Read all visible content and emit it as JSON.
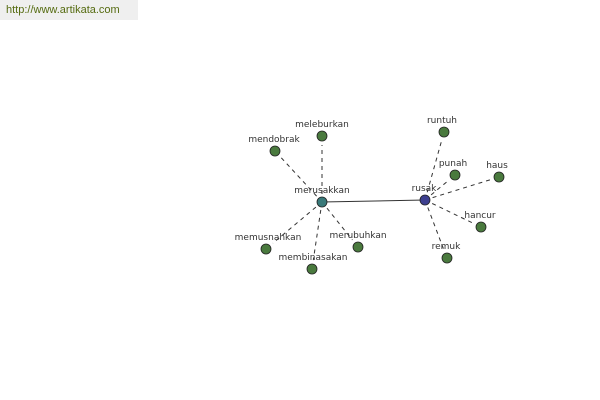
{
  "site_url": "http://www.artikata.com",
  "colors": {
    "hub_primary": "#3a7a7a",
    "hub_secondary": "#3d3f8f",
    "leaf": "#4a7a3e",
    "edge": "#333333",
    "url_text": "#556b10"
  },
  "diagram": {
    "hubs": [
      {
        "id": "merusakkan",
        "label": "merusakkan",
        "role": "primary"
      },
      {
        "id": "rusak",
        "label": "rusak",
        "role": "secondary"
      }
    ],
    "leaves": [
      {
        "id": "meleburkan",
        "label": "meleburkan",
        "hub": "merusakkan"
      },
      {
        "id": "mendobrak",
        "label": "mendobrak",
        "hub": "merusakkan"
      },
      {
        "id": "memusnahkan",
        "label": "memusnahkan",
        "hub": "merusakkan"
      },
      {
        "id": "membinasakan",
        "label": "membinasakan",
        "hub": "merusakkan"
      },
      {
        "id": "merubuhkan",
        "label": "merubuhkan",
        "hub": "merusakkan"
      },
      {
        "id": "runtuh",
        "label": "runtuh",
        "hub": "rusak"
      },
      {
        "id": "punah",
        "label": "punah",
        "hub": "rusak"
      },
      {
        "id": "haus",
        "label": "haus",
        "hub": "rusak"
      },
      {
        "id": "hancur",
        "label": "hancur",
        "hub": "rusak"
      },
      {
        "id": "remuk",
        "label": "remuk",
        "hub": "rusak"
      }
    ]
  }
}
